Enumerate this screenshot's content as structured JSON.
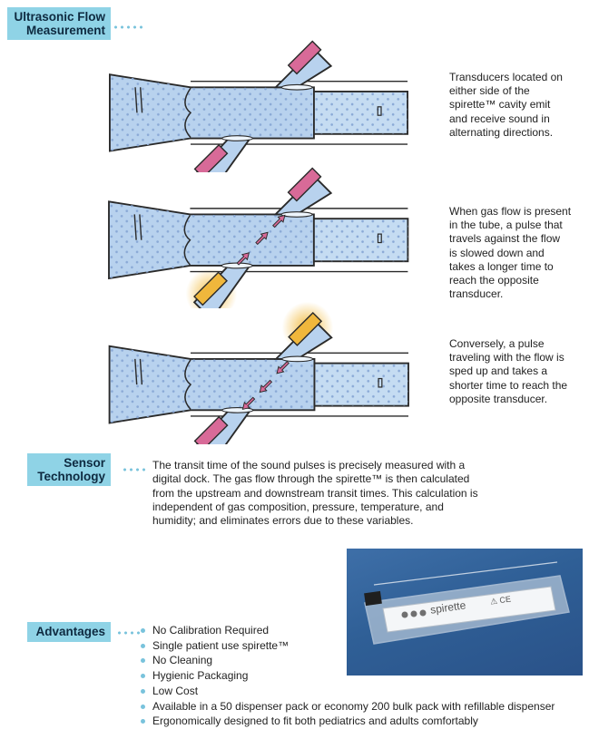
{
  "section1": {
    "title_line1": "Ultrasonic Flow",
    "title_line2": "Measurement",
    "diagrams": [
      {
        "caption": [
          "Transducers located on",
          "either side of the",
          "spirette™ cavity emit",
          "and receive sound in",
          "alternating directions."
        ]
      },
      {
        "caption": [
          "When gas flow is present",
          "in the tube, a pulse that",
          "travels against the flow",
          "is slowed down and",
          "takes a longer time to",
          "reach the opposite",
          "transducer."
        ]
      },
      {
        "caption": [
          "Conversely, a pulse",
          "traveling with the flow is",
          "sped up and takes a",
          "shorter time to reach the",
          "opposite transducer."
        ]
      }
    ]
  },
  "section2": {
    "title_line1": "Sensor",
    "title_line2": "Technology",
    "lines": [
      "The transit time of the sound pulses is precisely measured with a",
      "digital dock.  The gas flow through the spirette™ is then calculated",
      "from the upstream and downstream transit times.  This calculation is",
      "independent of gas composition, pressure, temperature, and",
      "humidity; and eliminates errors due to these variables."
    ]
  },
  "section3": {
    "title": "Advantages",
    "items": [
      "No Calibration Required",
      "Single patient use spirette™",
      "No Cleaning",
      "Hygienic Packaging",
      "Low Cost",
      "Available in a 50 dispenser pack or economy 200 bulk pack with refillable dispenser",
      "Ergonomically designed to fit both pediatrics and adults comfortably"
    ]
  },
  "photo": {
    "product_label": "spirette",
    "marks": "⚠ CE"
  }
}
